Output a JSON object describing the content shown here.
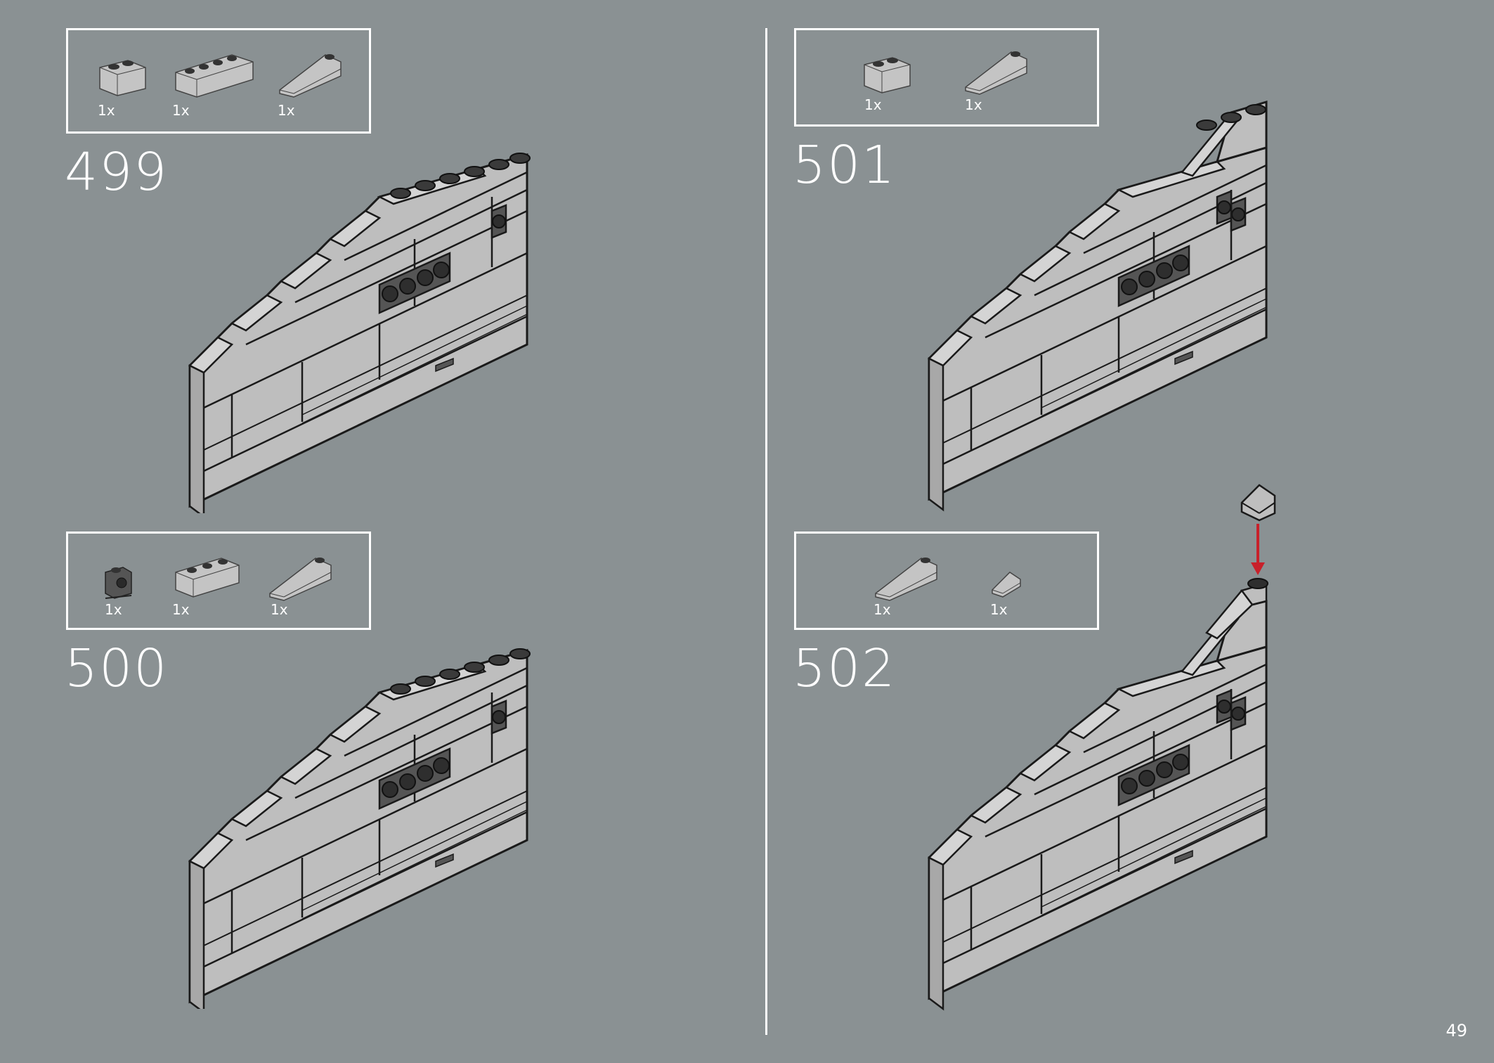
{
  "page_number": "49",
  "steps": [
    {
      "number": "499",
      "parts": [
        {
          "icon": "brick-1x2-icon",
          "qty": "1x"
        },
        {
          "icon": "brick-1x4-icon",
          "qty": "1x"
        },
        {
          "icon": "slope-1x3-icon",
          "qty": "1x"
        }
      ]
    },
    {
      "number": "500",
      "parts": [
        {
          "icon": "bracket-brick-1x1-dark-icon",
          "qty": "1x"
        },
        {
          "icon": "brick-1x3-icon",
          "qty": "1x"
        },
        {
          "icon": "slope-1x3-icon",
          "qty": "1x"
        }
      ]
    },
    {
      "number": "501",
      "parts": [
        {
          "icon": "brick-1x2-icon",
          "qty": "1x"
        },
        {
          "icon": "slope-1x3-icon",
          "qty": "1x"
        }
      ]
    },
    {
      "number": "502",
      "parts": [
        {
          "icon": "slope-1x3-icon",
          "qty": "1x"
        },
        {
          "icon": "slope-1x1-icon",
          "qty": "1x"
        }
      ]
    }
  ],
  "colors": {
    "background": "#8a9193",
    "brick": "#bdbdbd",
    "outline": "#1a1a1a",
    "dark_stud": "#3a3a3a",
    "arrow": "#c8202a"
  }
}
